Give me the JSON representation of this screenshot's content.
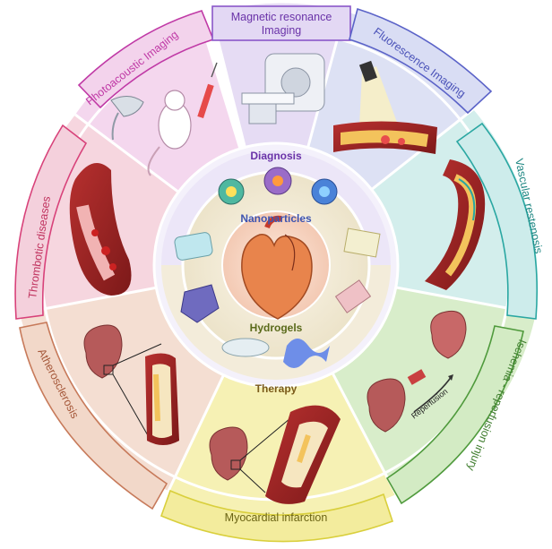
{
  "outer_labels": {
    "photoacoustic": "Photoacoustic Imaging",
    "mri_line1": "Magnetic resonance",
    "mri_line2": "Imaging",
    "fluorescence": "Fluorescence Imaging",
    "vascular": "Vascular restenosis",
    "ischemia": "Ischemia - reperfusion injury",
    "myocardial": "Myocardial  infarction",
    "atherosclerosis": "Atherosclerosis",
    "thrombotic": "Thrombotic  diseases"
  },
  "inner_labels": {
    "diagnosis": "Diagnosis",
    "nanoparticles": "Nanoparticles",
    "hydrogels": "Hydrogels",
    "therapy": "Therapy",
    "reperfusion": "Reperfusion"
  },
  "colors": {
    "photoacoustic": "#c03aa6",
    "mri": "#8a57c8",
    "fluorescence": "#5b63c8",
    "vascular": "#2aa7a2",
    "ischemia": "#4f9a3c",
    "myocardial": "#d9cf3c",
    "atherosclerosis": "#c77a5a",
    "thrombotic": "#d8427a",
    "diagnosis_text": "#6a33a8",
    "hydrogels_text": "#5a6a1a",
    "therapy_text": "#7a5a1a"
  }
}
